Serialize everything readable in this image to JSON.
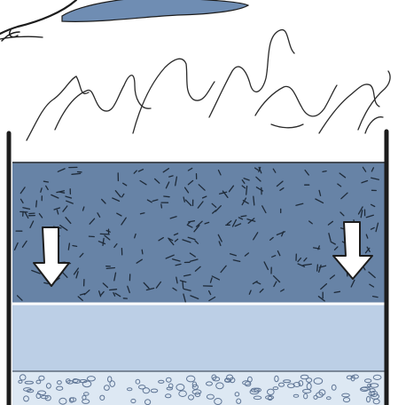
{
  "colors": {
    "background": "#ffffff",
    "cloud": "#6f8db3",
    "upper_layer": "#6783a6",
    "middle_layer": "#bccfe6",
    "bottom_layer": "#dde8f3",
    "ink": "#1c1c1c",
    "arrow_fill": "#ffffff"
  },
  "layers": [
    {
      "id": "upper",
      "texture": "dashes"
    },
    {
      "id": "middle",
      "texture": "none"
    },
    {
      "id": "bottom",
      "texture": "pebbles"
    }
  ],
  "arrows": {
    "count": 2,
    "direction": "down"
  },
  "icons": {
    "cloud": "cloud-shape",
    "wind": "swirl-lines",
    "arrow": "down-arrow"
  }
}
